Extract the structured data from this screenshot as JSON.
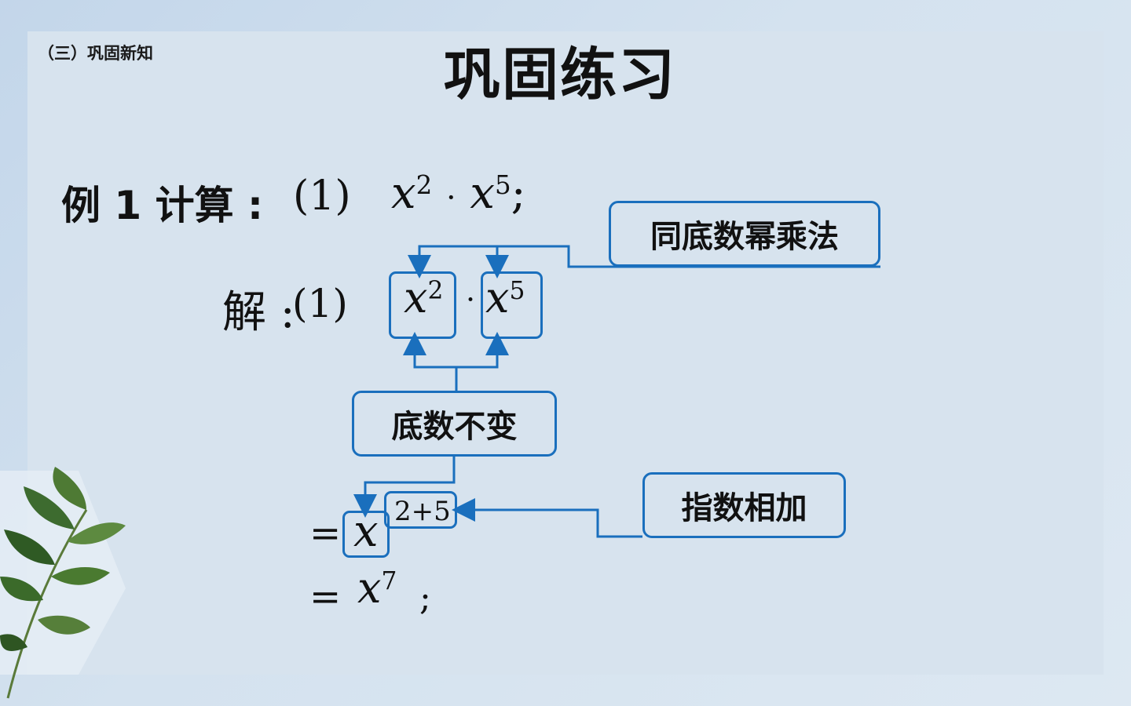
{
  "section_label": "（三）巩固新知",
  "title": "巩固练习",
  "example": {
    "label": "例 1  计算 :",
    "part": "(1)",
    "expr_base1": "x",
    "expr_exp1": "2",
    "dot": "·",
    "expr_base2": "x",
    "expr_exp2": "5",
    "end": ";"
  },
  "solution": {
    "label": "解 :",
    "part": "(1)",
    "base1": "x",
    "exp1": "2",
    "dot": "·",
    "base2": "x",
    "exp2": "5",
    "step1_eq": "=",
    "step1_base": "x",
    "step1_exp": "2+5",
    "step2_eq": "=",
    "step2_base": "x",
    "step2_exp": "7",
    "step2_end": ";"
  },
  "callouts": {
    "same_base_mult": "同底数幂乘法",
    "base_unchanged": "底数不变",
    "add_exponents": "指数相加"
  },
  "colors": {
    "accent": "#1a6fbd",
    "background": "#d7e3ee",
    "leaf": "#3d6b2f"
  }
}
